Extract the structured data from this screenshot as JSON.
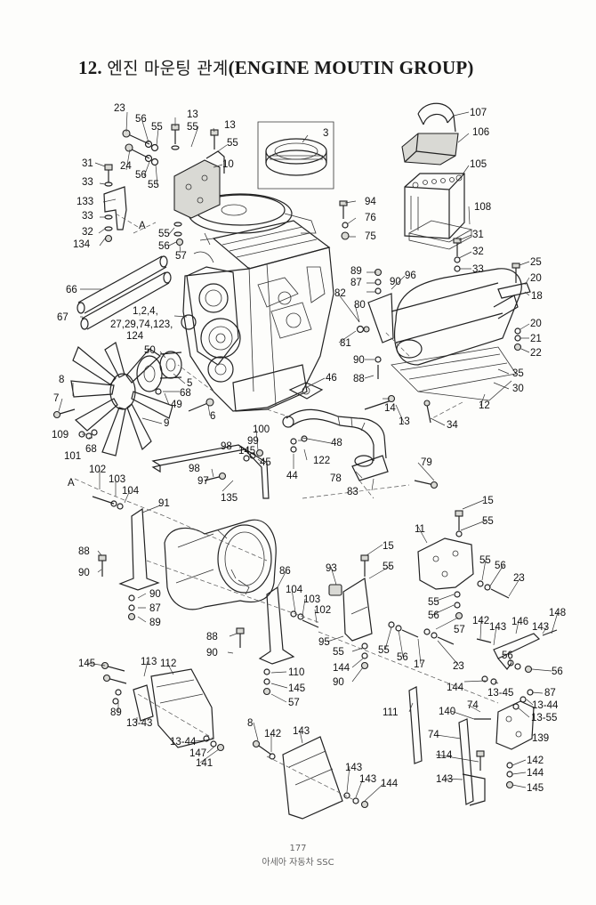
{
  "title": {
    "number": "12.",
    "korean": "엔진 마운팅 관계",
    "english": "(ENGINE MOUTIN GROUP)"
  },
  "labels": [
    {
      "id": "l1",
      "text": "23"
    },
    {
      "id": "l2",
      "text": "56"
    },
    {
      "id": "l3",
      "text": "55"
    },
    {
      "id": "l4",
      "text": "13"
    },
    {
      "id": "l5",
      "text": "55"
    },
    {
      "id": "l6",
      "text": "13"
    },
    {
      "id": "l7",
      "text": "55"
    },
    {
      "id": "l8",
      "text": "3"
    },
    {
      "id": "l9",
      "text": "107"
    },
    {
      "id": "l10",
      "text": "106"
    },
    {
      "id": "l11",
      "text": "31"
    },
    {
      "id": "l12",
      "text": "24"
    },
    {
      "id": "l13",
      "text": "56"
    },
    {
      "id": "l14",
      "text": "55"
    },
    {
      "id": "l15",
      "text": "10"
    },
    {
      "id": "l16",
      "text": "105"
    },
    {
      "id": "l17",
      "text": "33"
    },
    {
      "id": "l18",
      "text": "133"
    },
    {
      "id": "l19",
      "text": "33"
    },
    {
      "id": "l20",
      "text": "32"
    },
    {
      "id": "l21",
      "text": "134"
    },
    {
      "id": "l22",
      "text": "55"
    },
    {
      "id": "l23",
      "text": "56"
    },
    {
      "id": "l24",
      "text": "57"
    },
    {
      "id": "l25",
      "text": "94"
    },
    {
      "id": "l26",
      "text": "76"
    },
    {
      "id": "l27",
      "text": "75"
    },
    {
      "id": "l28",
      "text": "108"
    },
    {
      "id": "l29",
      "text": "31"
    },
    {
      "id": "l30",
      "text": "32"
    },
    {
      "id": "l31",
      "text": "33"
    },
    {
      "id": "l32",
      "text": "25"
    },
    {
      "id": "l33",
      "text": "20"
    },
    {
      "id": "l34",
      "text": "18"
    },
    {
      "id": "l35",
      "text": "66"
    },
    {
      "id": "l36",
      "text": "89"
    },
    {
      "id": "l37",
      "text": "87"
    },
    {
      "id": "l38",
      "text": "90"
    },
    {
      "id": "l39",
      "text": "96"
    },
    {
      "id": "l40",
      "text": "82"
    },
    {
      "id": "l41",
      "text": "67"
    },
    {
      "id": "l42",
      "text": "1,2,4,"
    },
    {
      "id": "l43",
      "text": "27,29,74,123,"
    },
    {
      "id": "l44",
      "text": "124"
    },
    {
      "id": "l45",
      "text": "80"
    },
    {
      "id": "l46",
      "text": "81"
    },
    {
      "id": "l47",
      "text": "20"
    },
    {
      "id": "l48",
      "text": "21"
    },
    {
      "id": "l49",
      "text": "22"
    },
    {
      "id": "l50",
      "text": "50"
    },
    {
      "id": "l51",
      "text": "90"
    },
    {
      "id": "l52",
      "text": "88"
    },
    {
      "id": "l53",
      "text": "35"
    },
    {
      "id": "l54",
      "text": "30"
    },
    {
      "id": "l55",
      "text": "8"
    },
    {
      "id": "l56",
      "text": "5"
    },
    {
      "id": "l57",
      "text": "68"
    },
    {
      "id": "l58",
      "text": "46"
    },
    {
      "id": "l59",
      "text": "14"
    },
    {
      "id": "l60",
      "text": "12"
    },
    {
      "id": "l61",
      "text": "7"
    },
    {
      "id": "l62",
      "text": "49"
    },
    {
      "id": "l63",
      "text": "6"
    },
    {
      "id": "l64",
      "text": "13"
    },
    {
      "id": "l65",
      "text": "34"
    },
    {
      "id": "l66",
      "text": "9"
    },
    {
      "id": "l67",
      "text": "100"
    },
    {
      "id": "l68",
      "text": "109"
    },
    {
      "id": "l69",
      "text": "68"
    },
    {
      "id": "l70",
      "text": "98"
    },
    {
      "id": "l71",
      "text": "99"
    },
    {
      "id": "l72",
      "text": "48"
    },
    {
      "id": "l73",
      "text": "101"
    },
    {
      "id": "l74",
      "text": "45"
    },
    {
      "id": "l75",
      "text": "122"
    },
    {
      "id": "l76",
      "text": "79"
    },
    {
      "id": "l77",
      "text": "98"
    },
    {
      "id": "l78",
      "text": "44"
    },
    {
      "id": "l79",
      "text": "102"
    },
    {
      "id": "l80",
      "text": "97"
    },
    {
      "id": "l81",
      "text": "78"
    },
    {
      "id": "l82",
      "text": "A"
    },
    {
      "id": "l83",
      "text": "103"
    },
    {
      "id": "l84",
      "text": "135"
    },
    {
      "id": "l85",
      "text": "83"
    },
    {
      "id": "l86",
      "text": "104"
    },
    {
      "id": "l87",
      "text": "91"
    },
    {
      "id": "l88",
      "text": "15"
    },
    {
      "id": "l89",
      "text": "55"
    },
    {
      "id": "l90",
      "text": "11"
    },
    {
      "id": "l91",
      "text": "88"
    },
    {
      "id": "l92",
      "text": "15"
    },
    {
      "id": "l93",
      "text": "90"
    },
    {
      "id": "l94",
      "text": "93"
    },
    {
      "id": "l95",
      "text": "55"
    },
    {
      "id": "l96",
      "text": "86"
    },
    {
      "id": "l97",
      "text": "55"
    },
    {
      "id": "l98",
      "text": "56"
    },
    {
      "id": "l99",
      "text": "23"
    },
    {
      "id": "l100",
      "text": "90"
    },
    {
      "id": "l101",
      "text": "104"
    },
    {
      "id": "l102",
      "text": "87"
    },
    {
      "id": "l103",
      "text": "103"
    },
    {
      "id": "l104",
      "text": "55"
    },
    {
      "id": "l105",
      "text": "89"
    },
    {
      "id": "l106",
      "text": "102"
    },
    {
      "id": "l107",
      "text": "56"
    },
    {
      "id": "l108",
      "text": "57"
    },
    {
      "id": "l109",
      "text": "142"
    },
    {
      "id": "l110",
      "text": "143"
    },
    {
      "id": "l111",
      "text": "146"
    },
    {
      "id": "l112",
      "text": "148"
    },
    {
      "id": "l113",
      "text": "88"
    },
    {
      "id": "l114",
      "text": "95"
    },
    {
      "id": "l115",
      "text": "143"
    },
    {
      "id": "l116",
      "text": "90"
    },
    {
      "id": "l117",
      "text": "55"
    },
    {
      "id": "l118",
      "text": "56"
    },
    {
      "id": "l119",
      "text": "17"
    },
    {
      "id": "l120",
      "text": "55"
    },
    {
      "id": "l121",
      "text": "56"
    },
    {
      "id": "l122",
      "text": "23"
    },
    {
      "id": "l123",
      "text": "144"
    },
    {
      "id": "l124",
      "text": "145"
    },
    {
      "id": "l125",
      "text": "113"
    },
    {
      "id": "l126",
      "text": "112"
    },
    {
      "id": "l127",
      "text": "110"
    },
    {
      "id": "l128",
      "text": "90"
    },
    {
      "id": "l129",
      "text": "56"
    },
    {
      "id": "l130",
      "text": "145"
    },
    {
      "id": "l131",
      "text": "144"
    },
    {
      "id": "l132",
      "text": "13-45"
    },
    {
      "id": "l133",
      "text": "87"
    },
    {
      "id": "l134",
      "text": "57"
    },
    {
      "id": "l135",
      "text": "89"
    },
    {
      "id": "l136",
      "text": "74"
    },
    {
      "id": "l137",
      "text": "13-44"
    },
    {
      "id": "l138",
      "text": "13-43"
    },
    {
      "id": "l139",
      "text": "111"
    },
    {
      "id": "l140",
      "text": "140"
    },
    {
      "id": "l141",
      "text": "13-55"
    },
    {
      "id": "l142",
      "text": "13-44"
    },
    {
      "id": "l143",
      "text": "74"
    },
    {
      "id": "l144",
      "text": "139"
    },
    {
      "id": "l145",
      "text": "147"
    },
    {
      "id": "l146",
      "text": "8"
    },
    {
      "id": "l147",
      "text": "142"
    },
    {
      "id": "l148",
      "text": "143"
    },
    {
      "id": "l149",
      "text": "141"
    },
    {
      "id": "l150",
      "text": "114"
    },
    {
      "id": "l151",
      "text": "142"
    },
    {
      "id": "l152",
      "text": "143"
    },
    {
      "id": "l153",
      "text": "143"
    },
    {
      "id": "l154",
      "text": "144"
    },
    {
      "id": "l155",
      "text": "143"
    },
    {
      "id": "l156",
      "text": "145"
    },
    {
      "id": "l157",
      "text": "144"
    },
    {
      "id": "l158",
      "text": "145"
    },
    {
      "id": "l159",
      "text": "A"
    }
  ],
  "footer": {
    "page": "177",
    "publisher": "아세아 자동차 SSC"
  }
}
